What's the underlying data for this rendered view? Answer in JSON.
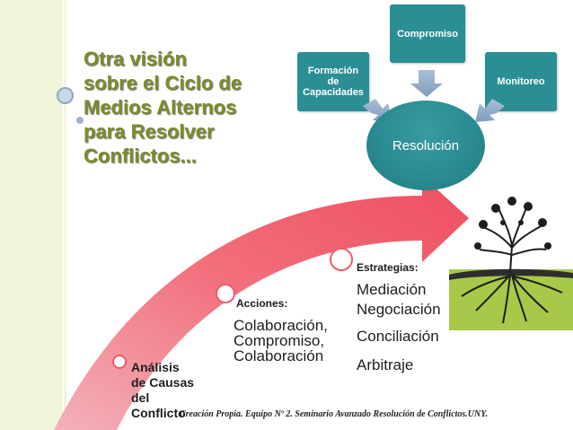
{
  "title_lines": [
    "Otra visión",
    "sobre el Ciclo de",
    "Medios Alternos",
    "para Resolver",
    "Conflictos..."
  ],
  "top_diagram": {
    "center": "Resolución",
    "boxes": {
      "formacion": [
        "Formación",
        "de",
        "Capacidades"
      ],
      "compromiso": "Compromiso",
      "monitoreo": "Monitoreo"
    }
  },
  "steps": [
    {
      "label": [
        "Análisis",
        "de Causas",
        "del",
        "Conflicto"
      ]
    },
    {
      "header": "Acciones:",
      "items": [
        "Colaboración,",
        "Compromiso,",
        "Colaboración"
      ]
    },
    {
      "header": "Estrategias:",
      "items": [
        "Mediación",
        "Negociación",
        "Conciliación",
        "Arbitraje"
      ]
    }
  ],
  "caption": "Creación Propia. Equipo Nº 2. Seminario Avanzado Resolución de Conflictos.UNY.",
  "colors": {
    "teal": "#2b8e95",
    "title_green": "#7b8c2b",
    "arrow_pink": "#ef5a6a",
    "tree_green": "#a8c84a"
  }
}
